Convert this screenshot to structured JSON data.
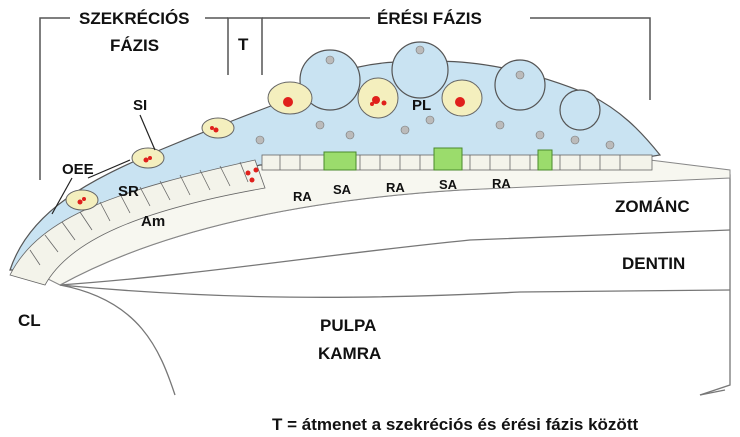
{
  "header": {
    "secretory_phase": [
      "SZEKRÉCIÓS",
      "FÁZIS"
    ],
    "transition": "T",
    "maturation_phase": "ÉRÉSI FÁZIS"
  },
  "labels": {
    "oee": "OEE",
    "si": "SI",
    "sr": "SR",
    "am": "Am",
    "pl": "PL",
    "ra": "RA",
    "sa": "SA",
    "cl": "CL"
  },
  "layers": {
    "enamel": "ZOMÁNC",
    "dentin": "DENTIN",
    "pulp": [
      "PULPA",
      "KAMRA"
    ]
  },
  "footnote": "T = átmenet a szekréciós és érési fázis között",
  "colors": {
    "papillary": "#c9e3f2",
    "yellow_cells": "#f4efbe",
    "striated_border": "#9bdc6c",
    "nucleus_red": "#e0201c",
    "outline": "#444444"
  }
}
